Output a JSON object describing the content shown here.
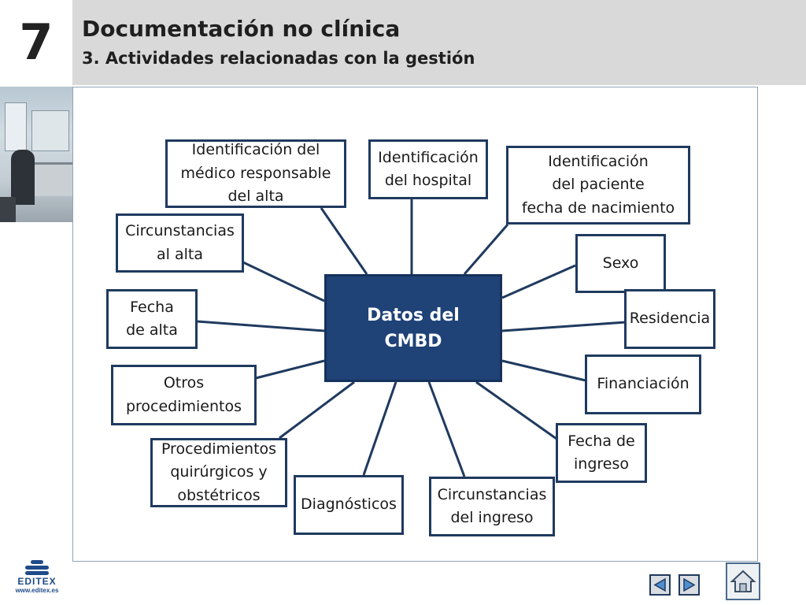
{
  "header": {
    "chapter_number": "7",
    "title": "Documentación no clínica",
    "subtitle": "3. Actividades relacionadas con la gestión"
  },
  "diagram": {
    "center": "Datos del\nCMBD",
    "nodes": {
      "medico": "Identificación del\nmédico responsable\ndel alta",
      "hospital": "Identificación\ndel hospital",
      "paciente": "Identificación\ndel paciente\nfecha de nacimiento",
      "circ_alta": "Circunstancias\nal alta",
      "sexo": "Sexo",
      "fecha_alta": "Fecha\nde alta",
      "residencia": "Residencia",
      "otros_proc": "Otros\nprocedimientos",
      "financiacion": "Financiación",
      "fecha_ingreso": "Fecha de\ningreso",
      "proc_quir": "Procedimientos\nquirúrgicos y\nobstétricos",
      "diagnosticos": "Diagnósticos",
      "circ_ingreso": "Circunstancias\ndel ingreso"
    }
  },
  "footer": {
    "logo_name": "EDITEX",
    "logo_url": "www.editex.es"
  },
  "colors": {
    "header_bg": "#d9d9d9",
    "node_border": "#1f3a5f",
    "center_fill": "#1f4277",
    "connector": "#1f3a5f"
  }
}
